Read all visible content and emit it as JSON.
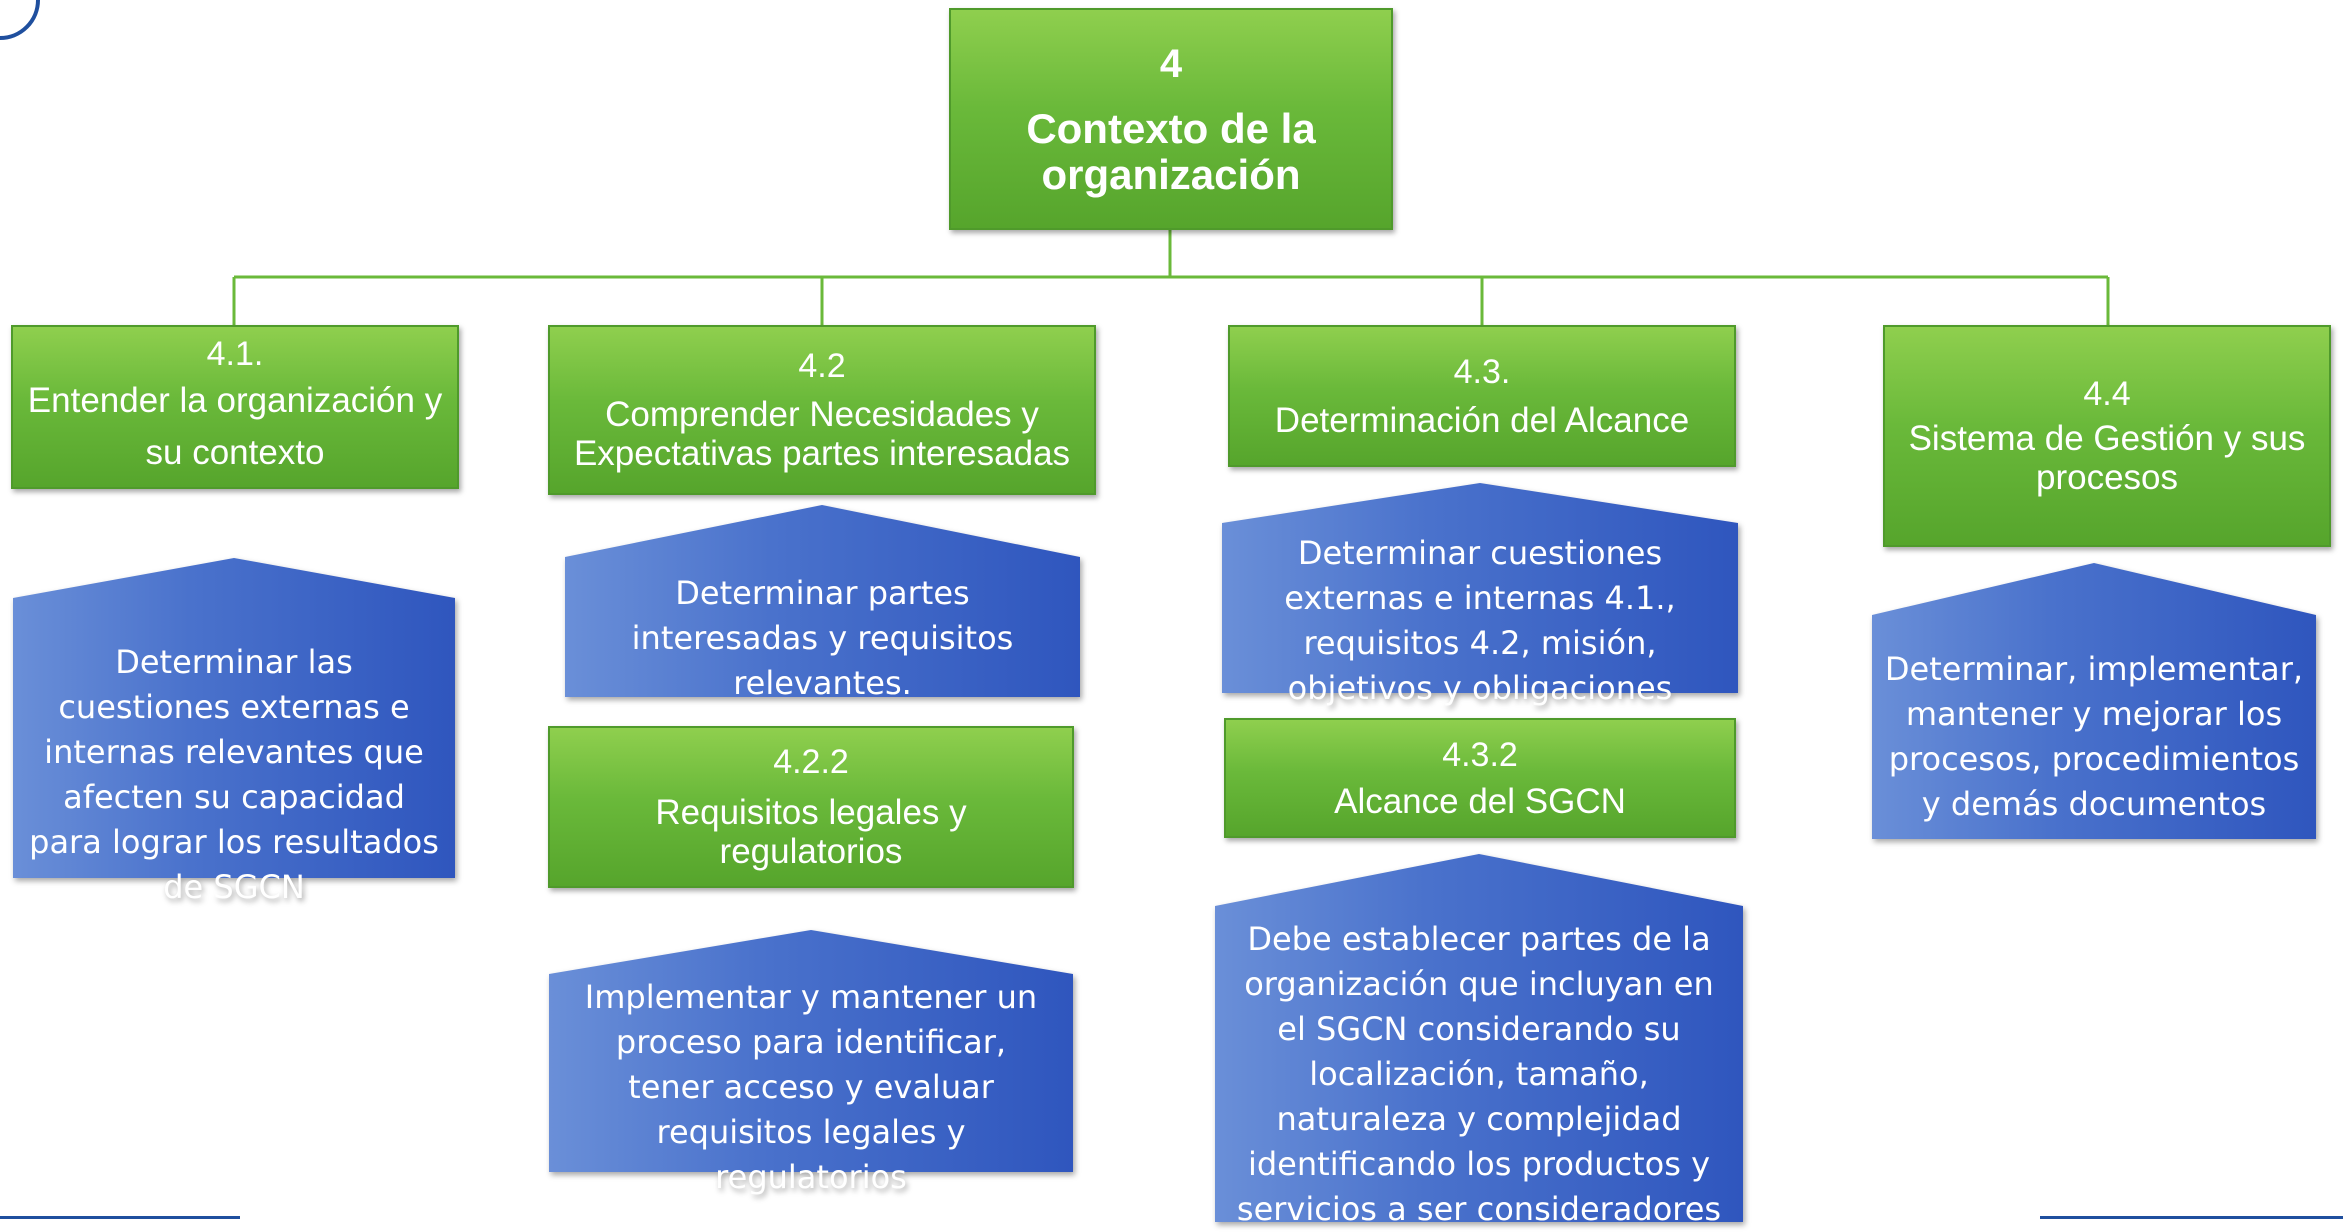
{
  "root": {
    "number": "4",
    "title": "Contexto de la organización"
  },
  "branches": [
    {
      "number": "4.1.",
      "title": "Entender la organización y su contexto",
      "desc": "Determinar las cuestiones externas e internas relevantes que afecten su capacidad para lograr los resultados de SGCN"
    },
    {
      "number": "4.2",
      "title": "Comprender Necesidades y Expectativas partes interesadas",
      "desc": "Determinar partes interesadas y requisitos relevantes.",
      "sub": {
        "number": "4.2.2",
        "title": "Requisitos legales y regulatorios",
        "desc": "Implementar y mantener un proceso para identificar, tener acceso y evaluar requisitos legales y regulatorios"
      }
    },
    {
      "number": "4.3.",
      "title": "Determinación del Alcance",
      "desc": "Determinar cuestiones externas e internas 4.1., requisitos 4.2, misión, objetivos y obligaciones",
      "sub": {
        "number": "4.3.2",
        "title": "Alcance del SGCN",
        "desc": "Debe establecer partes de la organización que incluyan en el SGCN considerando su localización, tamaño, naturaleza y complejidad identificando los productos y servicios a ser consideradores"
      }
    },
    {
      "number": "4.4",
      "title": "Sistema de Gestión y sus procesos",
      "desc": "Determinar, implementar, mantener y mejorar los procesos, procedimientos y demás documentos"
    }
  ],
  "colors": {
    "green": "#6ab93a",
    "blue": "#3a62c4",
    "connector": "#6ab93a"
  }
}
